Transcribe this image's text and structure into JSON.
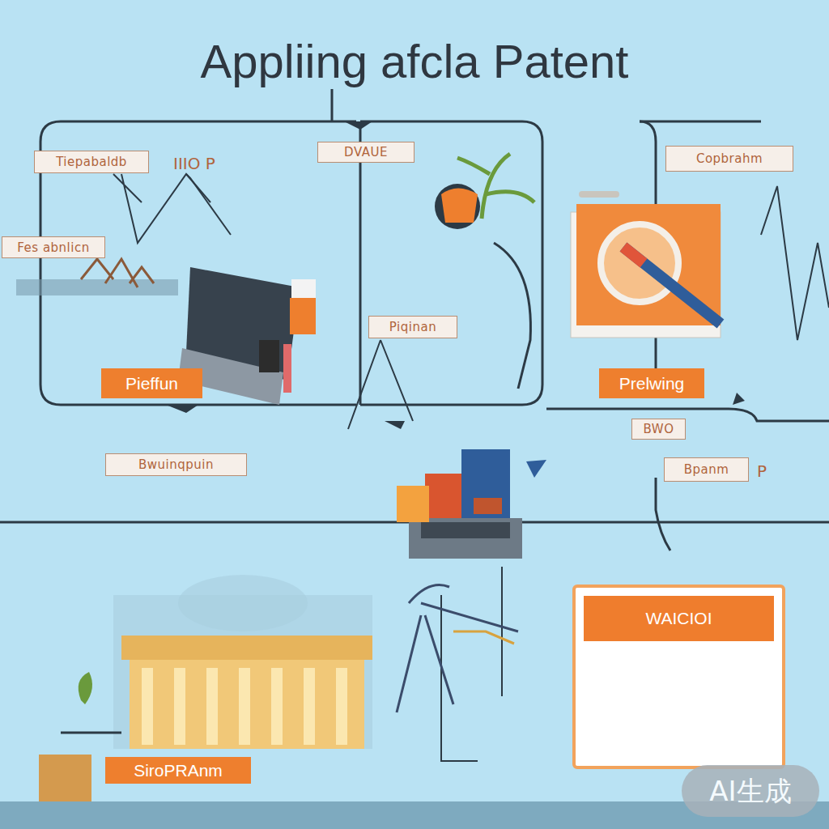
{
  "diagram": {
    "title": "Appliing afcla Patent",
    "nodes": [
      {
        "text": [
          "Tiepabaldb"
        ]
      },
      {
        "text": [
          "DVAUE"
        ]
      },
      {
        "text": [
          "Copbrahm"
        ]
      },
      {
        "text": [
          "Fes abnlicn"
        ]
      },
      {
        "text": [
          "Piqinan"
        ]
      },
      {
        "text": [
          "Pieffun"
        ]
      },
      {
        "text": [
          "Prelwing"
        ]
      },
      {
        "text": [
          "BWO"
        ]
      },
      {
        "text": [
          "Bwuinqpuin"
        ]
      },
      {
        "text": [
          "Bpanm"
        ]
      },
      {
        "text": [
          "WAICIOI"
        ]
      },
      {
        "text": [
          "SiroPRAnm"
        ]
      }
    ],
    "labels": [
      "IIIO P",
      "P",
      "AI生成"
    ]
  }
}
